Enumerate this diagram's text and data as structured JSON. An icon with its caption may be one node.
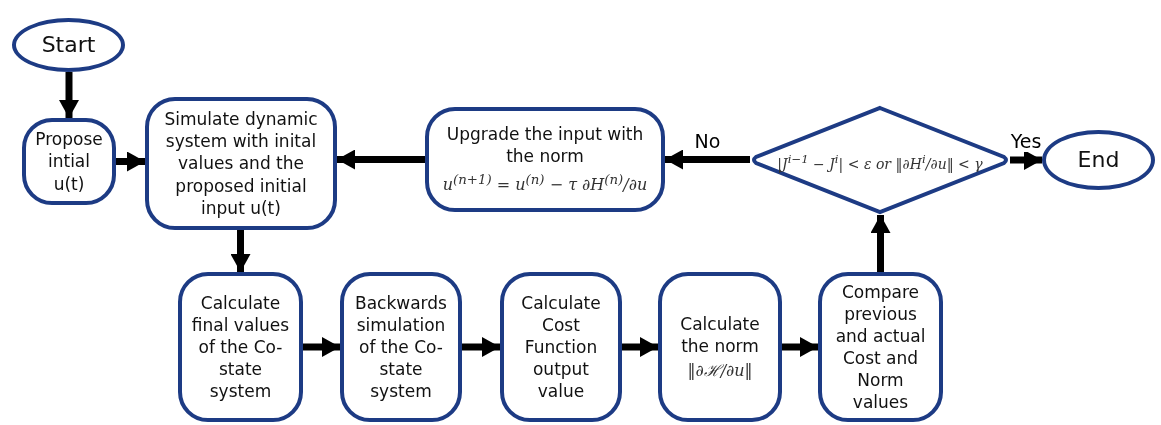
{
  "diagram": {
    "nodes": [
      {
        "text": [
          "Start"
        ]
      },
      {
        "text": [
          "Propose intial u(t)"
        ]
      },
      {
        "text": [
          "Simulate dynamic system with inital values and the proposed initial input u(t)"
        ]
      },
      {
        "text": [
          "Upgrade the input with the norm",
          "u$^{(n+1)}$ = u$^{(n)}$ − τ ∂H$^{(n)}$/∂u"
        ]
      },
      {
        "text": [
          "|J$^{i−1}$ − J$^{i}$| < ε or ‖∂H$^{i}$/∂u‖ < γ"
        ]
      },
      {
        "text": [
          "End"
        ]
      },
      {
        "text": [
          "Calculate final values of the Co-state system"
        ]
      },
      {
        "text": [
          "Backwards simulation of the Co-state system"
        ]
      },
      {
        "text": [
          "Calculate Cost Function output value"
        ]
      },
      {
        "text": [
          "Calculate the norm",
          "‖∂ℋ/∂u‖"
        ]
      },
      {
        "text": [
          "Compare previous and actual Cost and Norm values"
        ]
      }
    ],
    "edges": [
      {
        "from": 0,
        "to": 1,
        "arrow": "to"
      },
      {
        "from": 1,
        "to": 2,
        "arrow": "to"
      },
      {
        "from": 2,
        "to": 6,
        "arrow": "to"
      },
      {
        "from": 6,
        "to": 7,
        "arrow": "to"
      },
      {
        "from": 7,
        "to": 8,
        "arrow": "to"
      },
      {
        "from": 8,
        "to": 9,
        "arrow": "to"
      },
      {
        "from": 9,
        "to": 10,
        "arrow": "to"
      },
      {
        "from": 10,
        "to": 4,
        "arrow": "to"
      },
      {
        "from": 4,
        "to": 3,
        "arrow": "to",
        "label": "No"
      },
      {
        "from": 3,
        "to": 2,
        "arrow": "to"
      },
      {
        "from": 4,
        "to": 5,
        "arrow": "to",
        "label": "Yes"
      }
    ]
  }
}
